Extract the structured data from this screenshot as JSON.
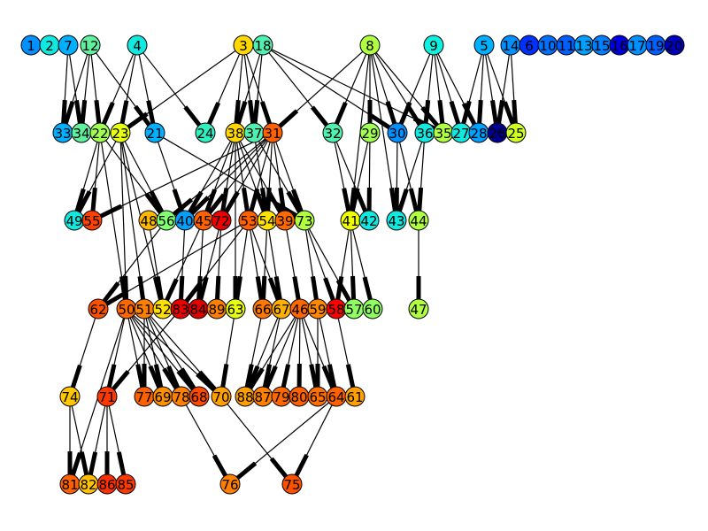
{
  "graph": {
    "directed": true,
    "nodes": [
      {
        "id": "1",
        "color": "#0090ff"
      },
      {
        "id": "2",
        "color": "#10e8e0"
      },
      {
        "id": "7",
        "color": "#00b0ff"
      },
      {
        "id": "12",
        "color": "#60f0a0"
      },
      {
        "id": "4",
        "color": "#10e8e0"
      },
      {
        "id": "3",
        "color": "#ffd800"
      },
      {
        "id": "18",
        "color": "#50f0b0"
      },
      {
        "id": "8",
        "color": "#b0ff40"
      },
      {
        "id": "9",
        "color": "#10f0e0"
      },
      {
        "id": "5",
        "color": "#00b0ff"
      },
      {
        "id": "14",
        "color": "#0090ff"
      },
      {
        "id": "6",
        "color": "#0030ff"
      },
      {
        "id": "10",
        "color": "#0070ff"
      },
      {
        "id": "11",
        "color": "#0060ff"
      },
      {
        "id": "13",
        "color": "#00a0ff"
      },
      {
        "id": "15",
        "color": "#0080ff"
      },
      {
        "id": "16",
        "color": "#0000e0"
      },
      {
        "id": "17",
        "color": "#0090ff"
      },
      {
        "id": "19",
        "color": "#0060ff"
      },
      {
        "id": "20",
        "color": "#0000c0"
      },
      {
        "id": "33",
        "color": "#00b0ff"
      },
      {
        "id": "34",
        "color": "#60f0a0"
      },
      {
        "id": "22",
        "color": "#a0ff50"
      },
      {
        "id": "23",
        "color": "#e8ff10"
      },
      {
        "id": "21",
        "color": "#00b0ff"
      },
      {
        "id": "24",
        "color": "#30f0c0"
      },
      {
        "id": "38",
        "color": "#ffd800"
      },
      {
        "id": "37",
        "color": "#50f0b0"
      },
      {
        "id": "31",
        "color": "#ff6000"
      },
      {
        "id": "32",
        "color": "#50f0b0"
      },
      {
        "id": "29",
        "color": "#a0ff50"
      },
      {
        "id": "30",
        "color": "#0090ff"
      },
      {
        "id": "36",
        "color": "#10e8e0"
      },
      {
        "id": "35",
        "color": "#b0ff40"
      },
      {
        "id": "27",
        "color": "#10e8e0"
      },
      {
        "id": "28",
        "color": "#00a0ff"
      },
      {
        "id": "26",
        "color": "#000090"
      },
      {
        "id": "25",
        "color": "#d0ff20"
      },
      {
        "id": "49",
        "color": "#10e8e0"
      },
      {
        "id": "55",
        "color": "#ff4000"
      },
      {
        "id": "48",
        "color": "#ffb800"
      },
      {
        "id": "56",
        "color": "#80ff70"
      },
      {
        "id": "40",
        "color": "#00a0ff"
      },
      {
        "id": "45",
        "color": "#ff6000"
      },
      {
        "id": "72",
        "color": "#ee0000"
      },
      {
        "id": "53",
        "color": "#ff6000"
      },
      {
        "id": "54",
        "color": "#ffe000"
      },
      {
        "id": "39",
        "color": "#ff6800"
      },
      {
        "id": "73",
        "color": "#b0ff40"
      },
      {
        "id": "41",
        "color": "#f0ff00"
      },
      {
        "id": "42",
        "color": "#10e8e0"
      },
      {
        "id": "43",
        "color": "#10e8e0"
      },
      {
        "id": "44",
        "color": "#b0ff40"
      },
      {
        "id": "62",
        "color": "#ff5000"
      },
      {
        "id": "50",
        "color": "#ff6800"
      },
      {
        "id": "51",
        "color": "#ff8000"
      },
      {
        "id": "52",
        "color": "#ffe000"
      },
      {
        "id": "83",
        "color": "#ee0000"
      },
      {
        "id": "84",
        "color": "#e00000"
      },
      {
        "id": "89",
        "color": "#ff8000"
      },
      {
        "id": "63",
        "color": "#e8ff10"
      },
      {
        "id": "66",
        "color": "#ff7800"
      },
      {
        "id": "67",
        "color": "#ffb000"
      },
      {
        "id": "46",
        "color": "#ff6800"
      },
      {
        "id": "59",
        "color": "#ff8800"
      },
      {
        "id": "58",
        "color": "#ff0000"
      },
      {
        "id": "57",
        "color": "#90ff60"
      },
      {
        "id": "60",
        "color": "#90ff60"
      },
      {
        "id": "47",
        "color": "#b0ff40"
      },
      {
        "id": "74",
        "color": "#ffc800"
      },
      {
        "id": "71",
        "color": "#ff3800"
      },
      {
        "id": "77",
        "color": "#ff6000"
      },
      {
        "id": "69",
        "color": "#ff9000"
      },
      {
        "id": "78",
        "color": "#ff8000"
      },
      {
        "id": "68",
        "color": "#ff4800"
      },
      {
        "id": "70",
        "color": "#ffa000"
      },
      {
        "id": "88",
        "color": "#ffa000"
      },
      {
        "id": "87",
        "color": "#ff8000"
      },
      {
        "id": "79",
        "color": "#ff6800"
      },
      {
        "id": "80",
        "color": "#ff6000"
      },
      {
        "id": "65",
        "color": "#ff7000"
      },
      {
        "id": "64",
        "color": "#ff6000"
      },
      {
        "id": "61",
        "color": "#ffa000"
      },
      {
        "id": "81",
        "color": "#ff6000"
      },
      {
        "id": "82",
        "color": "#ffc000"
      },
      {
        "id": "86",
        "color": "#ff3000"
      },
      {
        "id": "85",
        "color": "#ff3800"
      },
      {
        "id": "76",
        "color": "#ff8000"
      },
      {
        "id": "75",
        "color": "#ff5000"
      }
    ],
    "edges": [
      [
        "7",
        "33"
      ],
      [
        "7",
        "34"
      ],
      [
        "12",
        "33"
      ],
      [
        "12",
        "34"
      ],
      [
        "12",
        "22"
      ],
      [
        "12",
        "21"
      ],
      [
        "4",
        "22"
      ],
      [
        "4",
        "23"
      ],
      [
        "4",
        "21"
      ],
      [
        "4",
        "24"
      ],
      [
        "3",
        "23"
      ],
      [
        "3",
        "24"
      ],
      [
        "3",
        "38"
      ],
      [
        "3",
        "37"
      ],
      [
        "3",
        "31"
      ],
      [
        "18",
        "38"
      ],
      [
        "18",
        "37"
      ],
      [
        "18",
        "30"
      ],
      [
        "18",
        "35"
      ],
      [
        "18",
        "32"
      ],
      [
        "8",
        "31"
      ],
      [
        "8",
        "32"
      ],
      [
        "8",
        "29"
      ],
      [
        "8",
        "30"
      ],
      [
        "8",
        "36"
      ],
      [
        "8",
        "35"
      ],
      [
        "8",
        "41"
      ],
      [
        "8",
        "43"
      ],
      [
        "9",
        "30"
      ],
      [
        "9",
        "36"
      ],
      [
        "9",
        "35"
      ],
      [
        "9",
        "27"
      ],
      [
        "9",
        "28"
      ],
      [
        "5",
        "27"
      ],
      [
        "5",
        "28"
      ],
      [
        "5",
        "26"
      ],
      [
        "5",
        "25"
      ],
      [
        "14",
        "26"
      ],
      [
        "14",
        "25"
      ],
      [
        "22",
        "49"
      ],
      [
        "23",
        "49"
      ],
      [
        "22",
        "55"
      ],
      [
        "22",
        "56"
      ],
      [
        "23",
        "56"
      ],
      [
        "21",
        "40"
      ],
      [
        "21",
        "73"
      ],
      [
        "31",
        "55"
      ],
      [
        "38",
        "40"
      ],
      [
        "38",
        "45"
      ],
      [
        "38",
        "72"
      ],
      [
        "38",
        "53"
      ],
      [
        "38",
        "54"
      ],
      [
        "38",
        "39"
      ],
      [
        "37",
        "73"
      ],
      [
        "37",
        "54"
      ],
      [
        "31",
        "56"
      ],
      [
        "31",
        "40"
      ],
      [
        "31",
        "45"
      ],
      [
        "31",
        "72"
      ],
      [
        "31",
        "53"
      ],
      [
        "31",
        "54"
      ],
      [
        "31",
        "39"
      ],
      [
        "31",
        "73"
      ],
      [
        "32",
        "41"
      ],
      [
        "32",
        "42"
      ],
      [
        "29",
        "41"
      ],
      [
        "29",
        "42"
      ],
      [
        "30",
        "43"
      ],
      [
        "30",
        "44"
      ],
      [
        "36",
        "43"
      ],
      [
        "36",
        "44"
      ],
      [
        "22",
        "50"
      ],
      [
        "23",
        "50"
      ],
      [
        "23",
        "51"
      ],
      [
        "23",
        "52"
      ],
      [
        "38",
        "63"
      ],
      [
        "56",
        "62"
      ],
      [
        "53",
        "62"
      ],
      [
        "48",
        "52"
      ],
      [
        "40",
        "83"
      ],
      [
        "45",
        "84"
      ],
      [
        "45",
        "52"
      ],
      [
        "72",
        "89"
      ],
      [
        "72",
        "84"
      ],
      [
        "53",
        "83"
      ],
      [
        "53",
        "63"
      ],
      [
        "53",
        "66"
      ],
      [
        "53",
        "67"
      ],
      [
        "54",
        "66"
      ],
      [
        "54",
        "67"
      ],
      [
        "39",
        "46"
      ],
      [
        "73",
        "59"
      ],
      [
        "73",
        "58"
      ],
      [
        "73",
        "57"
      ],
      [
        "41",
        "58"
      ],
      [
        "41",
        "57"
      ],
      [
        "41",
        "60"
      ],
      [
        "44",
        "47"
      ],
      [
        "62",
        "74"
      ],
      [
        "50",
        "71"
      ],
      [
        "50",
        "77"
      ],
      [
        "50",
        "69"
      ],
      [
        "50",
        "78"
      ],
      [
        "50",
        "68"
      ],
      [
        "50",
        "70"
      ],
      [
        "51",
        "77"
      ],
      [
        "51",
        "69"
      ],
      [
        "51",
        "78"
      ],
      [
        "51",
        "68"
      ],
      [
        "51",
        "70"
      ],
      [
        "83",
        "71"
      ],
      [
        "63",
        "70"
      ],
      [
        "66",
        "88"
      ],
      [
        "67",
        "88"
      ],
      [
        "67",
        "87"
      ],
      [
        "46",
        "88"
      ],
      [
        "46",
        "87"
      ],
      [
        "46",
        "79"
      ],
      [
        "46",
        "80"
      ],
      [
        "46",
        "65"
      ],
      [
        "46",
        "64"
      ],
      [
        "59",
        "65"
      ],
      [
        "59",
        "64"
      ],
      [
        "58",
        "61"
      ],
      [
        "74",
        "81"
      ],
      [
        "74",
        "82"
      ],
      [
        "71",
        "82"
      ],
      [
        "71",
        "86"
      ],
      [
        "71",
        "85"
      ],
      [
        "50",
        "81"
      ],
      [
        "78",
        "76"
      ],
      [
        "70",
        "75"
      ],
      [
        "64",
        "76"
      ],
      [
        "64",
        "75"
      ]
    ]
  }
}
